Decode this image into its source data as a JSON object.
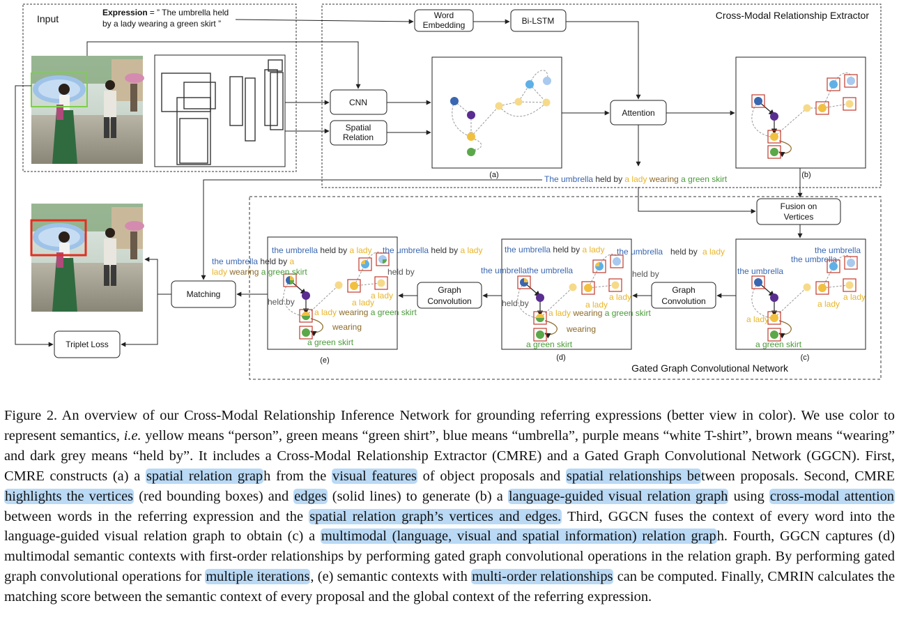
{
  "figure": {
    "input_title": "Input",
    "expression_label": "Expression",
    "expression_line1": "= ” The umbrella held",
    "expression_line2": "by a lady wearing a green skirt ”",
    "cmre_title": "Cross-Modal Relationship Extractor",
    "ggcn_title": "Gated Graph Convolutional Network",
    "word_embedding_1": "Word",
    "word_embedding_2": "Embedding",
    "bilstm": "Bi-LSTM",
    "cnn": "CNN",
    "spatial_relation_1": "Spatial",
    "spatial_relation_2": "Relation",
    "attention": "Attention",
    "fusion_1": "Fusion on",
    "fusion_2": "Vertices",
    "graph_conv_1": "Graph",
    "graph_conv_2": "Convolution",
    "matching": "Matching",
    "triplet_loss": "Triplet Loss",
    "panel_a": "(a)",
    "panel_b": "(b)",
    "panel_c": "(c)",
    "panel_d": "(d)",
    "panel_e": "(e)",
    "sentence": {
      "w1": "The umbrella",
      "w2": "held by",
      "w3": "a lady",
      "w4": "wearing",
      "w5": "a green skirt"
    },
    "graph_labels": {
      "the_umbrella": "the umbrella",
      "held_by": "held by",
      "a_lady": "a lady",
      "wearing": "wearing",
      "a_green_skirt": "a green skirt",
      "umbrella_held_by_a_lady_a": "the umbrella held by a lady",
      "lady_wearing_green": "lady wearing a green skirt",
      "a_lady_wearing_a_green_skirt": "a lady wearing a green skirt",
      "a_lady_prefix": "a",
      "lady_suffix": "lady"
    },
    "colors": {
      "blue": "#3a67b0",
      "light_blue": "#5fb0e6",
      "pale_blue": "#a9c9ee",
      "purple": "#5a2d91",
      "yellow": "#f2c040",
      "pale_yellow": "#f6da8a",
      "green": "#5ba84a",
      "red_box": "#c0392b",
      "highlight": "#b9d9f5"
    }
  },
  "caption": {
    "s01": "Figure 2. An overview of our Cross-Modal Relationship Inference Network for grounding referring expressions (better view in color). We use color to represent semantics, ",
    "ie": "i.e.",
    "s02": " yellow means “person”, green means “green shirt”, blue means “umbrella”, purple means “white T-shirt”, brown means “wearing” and dark grey means “held by”. It includes a Cross-Modal Relationship Extractor (CMRE) and a Gated Graph Convolutional Network (GGCN). First, CMRE constructs (a) a",
    "h01": "spatial relation grap",
    "s03": "h from the",
    "h02": "visual features",
    "s04": " of object proposals and",
    "h03": "spatial relationships be",
    "s05": "tween proposals. Second, CMRE",
    "h04": "highlights the vertices",
    "s06": " (red bounding boxes) and",
    "h05": "edges",
    "s07": " (solid lines) to generate (b) a",
    "h06": "language-guided visual relation graph",
    "s08": " using",
    "h07": "cross-modal attention",
    "s09": " between words in the referring expression and the",
    "h08": "spatial relation graph’s vertices and edges.",
    "s10": " Third, GGCN fuses the context of every word into the language-guided visual relation graph to obtain (c) a",
    "h09": "multimodal (language, visual and spatial information) relation grap",
    "s11": "h. Fourth, GGCN captures (d) multimodal semantic contexts with first-order relationships by performing gated graph convolutional operations in the relation graph. By performing gated graph convolutional operations for",
    "h10": "multiple iterations",
    "s12": ", (e) semantic contexts with",
    "h11": "multi-order relationships",
    "s13": " can be computed. Finally, CMRIN calculates the matching score between the semantic context of every proposal and the global context of the referring expression."
  }
}
